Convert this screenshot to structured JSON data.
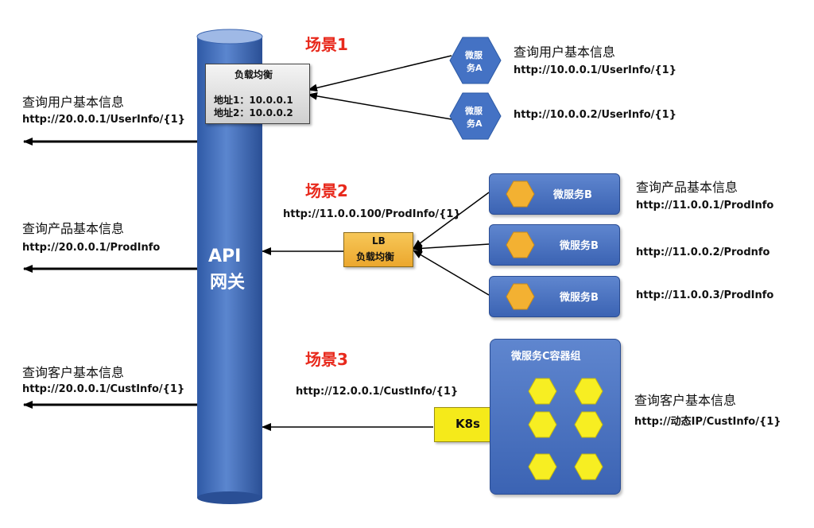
{
  "gateway": {
    "label_line1": "API",
    "label_line2": "网关"
  },
  "load_balancer_box": {
    "title": "负载均衡",
    "addr1": "地址1：10.0.0.1",
    "addr2": "地址2：10.0.0.2"
  },
  "scenes": [
    {
      "label": "场景1"
    },
    {
      "label": "场景2"
    },
    {
      "label": "场景3"
    }
  ],
  "left_outputs": [
    {
      "title": "查询用户基本信息",
      "url": "http://20.0.0.1/UserInfo/{1}"
    },
    {
      "title": "查询产品基本信息",
      "url": "http://20.0.0.1/ProdInfo"
    },
    {
      "title": "查询客户基本信息",
      "url": "http://20.0.0.1/CustInfo/{1}"
    }
  ],
  "scene1": {
    "services": [
      {
        "line1": "微服",
        "line2": "务A",
        "title": "查询用户基本信息",
        "url": "http://10.0.0.1/UserInfo/{1}"
      },
      {
        "line1": "微服",
        "line2": "务A",
        "title": "",
        "url": "http://10.0.0.2/UserInfo/{1}"
      }
    ]
  },
  "scene2": {
    "gateway_url": "http://11.0.0.100/ProdInfo/{1}",
    "lb_line1": "LB",
    "lb_line2": "负载均衡",
    "title": "查询产品基本信息",
    "services": [
      {
        "label": "微服务B",
        "url": "http://11.0.0.1/ProdInfo"
      },
      {
        "label": "微服务B",
        "url": "http://11.0.0.2/Prodnfo"
      },
      {
        "label": "微服务B",
        "url": "http://11.0.0.3/ProdInfo"
      }
    ]
  },
  "scene3": {
    "gateway_url": "http://12.0.0.1/CustInfo/{1}",
    "k8s_label": "K8s",
    "container_group_label": "微服务C容器组",
    "title": "查询客户基本信息",
    "url": "http://动态IP/CustInfo/{1}"
  },
  "colors": {
    "gateway_blue": "#3f6bb8",
    "service_blue": "#4472c4",
    "scene_red": "#e8291c",
    "k8s_yellow": "#f5ea1a",
    "lb_orange": "#f2b43b",
    "hex_orange": "#f3b132",
    "hex_yellow": "#f7ee22"
  }
}
